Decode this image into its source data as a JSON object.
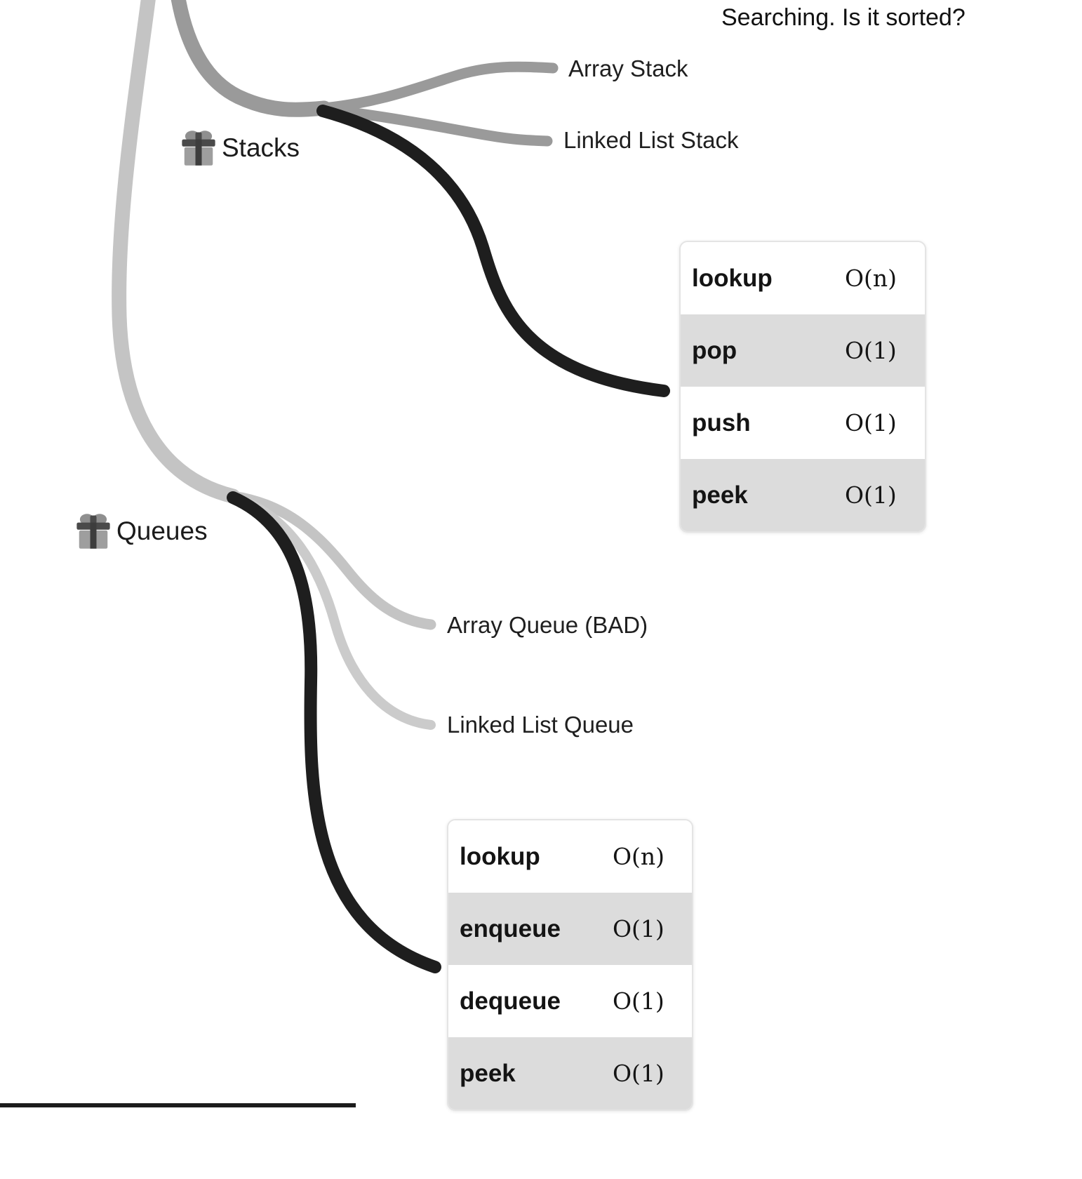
{
  "annotation": "Searching. Is it sorted?",
  "nodes": {
    "stacks": {
      "label": "Stacks",
      "icon": "gift-icon"
    },
    "queues": {
      "label": "Queues",
      "icon": "gift-icon"
    },
    "array_stack": {
      "label": "Array Stack"
    },
    "linked_list_stack": {
      "label": "Linked List Stack"
    },
    "array_queue": {
      "label": "Array Queue (BAD)"
    },
    "linked_list_queue": {
      "label": "Linked List Queue"
    }
  },
  "tables": {
    "stacks": {
      "rows": [
        {
          "op": "lookup",
          "complexity": "O(n)"
        },
        {
          "op": "pop",
          "complexity": "O(1)"
        },
        {
          "op": "push",
          "complexity": "O(1)"
        },
        {
          "op": "peek",
          "complexity": "O(1)"
        }
      ]
    },
    "queues": {
      "rows": [
        {
          "op": "lookup",
          "complexity": "O(n)"
        },
        {
          "op": "enqueue",
          "complexity": "O(1)"
        },
        {
          "op": "dequeue",
          "complexity": "O(1)"
        },
        {
          "op": "peek",
          "complexity": "O(1)"
        }
      ]
    }
  },
  "colors": {
    "branch_dark": "#1e1e1e",
    "branch_gray": "#9a9a9a",
    "branch_light": "#c4c4c4",
    "branch_lighter": "#cbcbcb",
    "table_alt_row": "#dcdcdc",
    "text": "#1a1a1a"
  }
}
